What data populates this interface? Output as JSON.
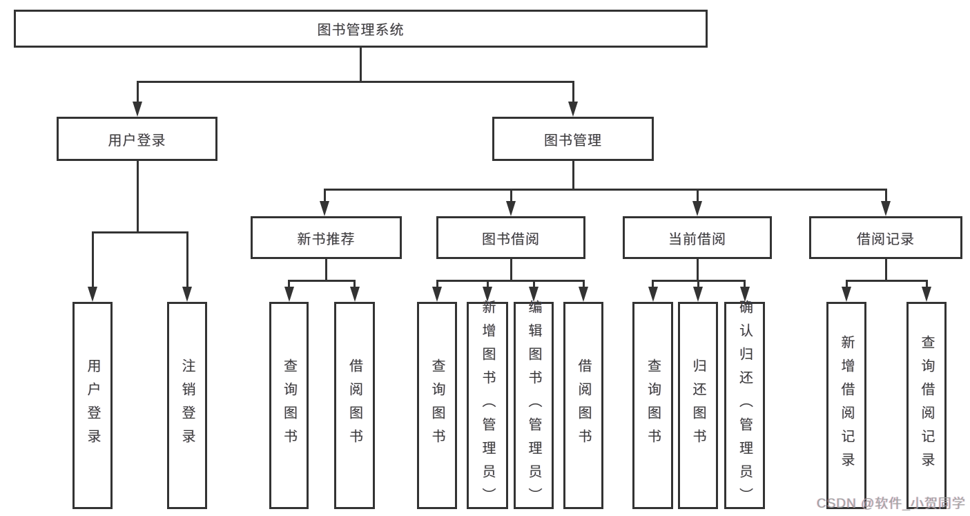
{
  "colors": {
    "background": "#ffffff",
    "line": "#333333",
    "text": "#3a3a3a",
    "watermark": "#9d9d9d"
  },
  "nodes": {
    "root": "图书管理系统",
    "user_login": "用户登录",
    "book_mgmt": "图书管理",
    "new_book_recommend": "新书推荐",
    "book_borrow": "图书借阅",
    "current_borrow": "当前借阅",
    "borrow_records": "借阅记录",
    "leaf_user_login": "用户登录",
    "leaf_logout": "注销登录",
    "leaf_recommend_query_books": "查询图书",
    "leaf_recommend_borrow_books": "借阅图书",
    "leaf_borrow_query_books": "查询图书",
    "leaf_borrow_add_books": "新增图书（管理员）",
    "leaf_borrow_edit_books": "编辑图书（管理员）",
    "leaf_borrow_borrow_books": "借阅图书",
    "leaf_current_query_books": "查询图书",
    "leaf_current_return_books": "归还图书",
    "leaf_current_confirm_return": "确认归还（管理员）",
    "leaf_records_add_record": "新增借阅记录",
    "leaf_records_query_record": "查询借阅记录"
  },
  "hierarchy": {
    "图书管理系统": {
      "用户登录": [
        "用户登录",
        "注销登录"
      ],
      "图书管理": {
        "新书推荐": [
          "查询图书",
          "借阅图书"
        ],
        "图书借阅": [
          "查询图书",
          "新增图书（管理员）",
          "编辑图书（管理员）",
          "借阅图书"
        ],
        "当前借阅": [
          "查询图书",
          "归还图书",
          "确认归还（管理员）"
        ],
        "借阅记录": [
          "新增借阅记录",
          "查询借阅记录"
        ]
      }
    }
  },
  "watermark": {
    "text": "CSDN @软件_小贺同学"
  }
}
